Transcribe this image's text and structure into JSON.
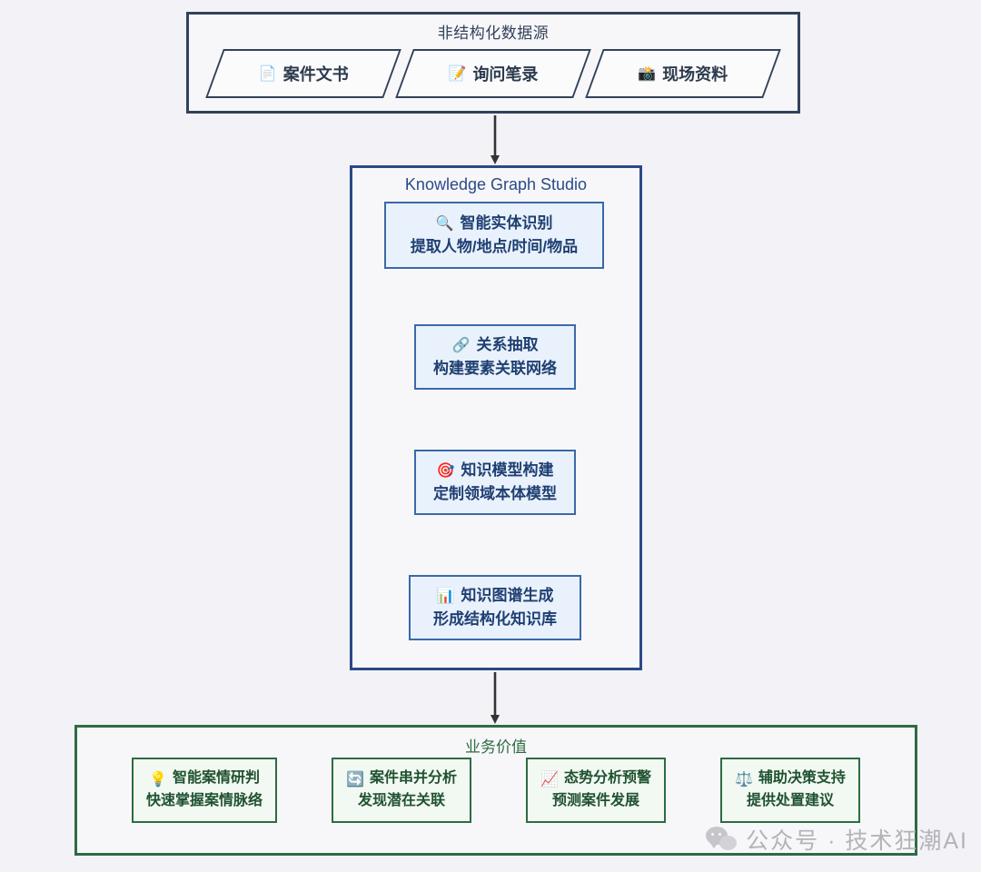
{
  "colors": {
    "background": "#f3f2f7",
    "sources_border": "#32425a",
    "studio_border": "#2b4a86",
    "bluebox_border": "#3a69a8",
    "bluebox_fill": "#e9f2fc",
    "value_border": "#2e6b42",
    "greenbox_fill": "#f2f8f2",
    "arrow": "#333333",
    "watermark": "#b3b3b8"
  },
  "sources": {
    "title": "非结构化数据源",
    "items": [
      {
        "icon": "document-icon",
        "glyph": "📄",
        "label": "案件文书"
      },
      {
        "icon": "memo-icon",
        "glyph": "📝",
        "label": "询问笔录"
      },
      {
        "icon": "camera-flash-icon",
        "glyph": "📸",
        "label": "现场资料"
      }
    ]
  },
  "studio": {
    "title": "Knowledge Graph Studio",
    "steps": [
      {
        "icon": "magnifier-icon",
        "glyph": "🔍",
        "title": "智能实体识别",
        "subtitle": "提取人物/地点/时间/物品"
      },
      {
        "icon": "link-icon",
        "glyph": "🔗",
        "title": "关系抽取",
        "subtitle": "构建要素关联网络"
      },
      {
        "icon": "target-icon",
        "glyph": "🎯",
        "title": "知识模型构建",
        "subtitle": "定制领域本体模型"
      },
      {
        "icon": "bar-chart-icon",
        "glyph": "📊",
        "title": "知识图谱生成",
        "subtitle": "形成结构化知识库"
      }
    ]
  },
  "value": {
    "title": "业务价值",
    "items": [
      {
        "icon": "lightbulb-icon",
        "glyph": "💡",
        "title": "智能案情研判",
        "subtitle": "快速掌握案情脉络"
      },
      {
        "icon": "refresh-icon",
        "glyph": "🔄",
        "title": "案件串并分析",
        "subtitle": "发现潜在关联"
      },
      {
        "icon": "chart-increasing-icon",
        "glyph": "📈",
        "title": "态势分析预警",
        "subtitle": "预测案件发展"
      },
      {
        "icon": "balance-scale-icon",
        "glyph": "⚖️",
        "title": "辅助决策支持",
        "subtitle": "提供处置建议"
      }
    ]
  },
  "watermark": {
    "text": "公众号 · 技术狂潮AI"
  }
}
